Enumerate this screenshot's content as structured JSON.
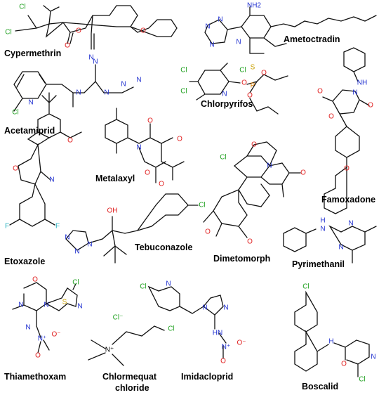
{
  "colors": {
    "bond": "#111111",
    "O": "#e02020",
    "N": "#2030d0",
    "Cl": "#1fa01f",
    "F": "#2bb3c0",
    "S": "#c8a000",
    "P": "#e08000",
    "label": "#000000"
  },
  "compounds": [
    {
      "name": "Cypermethrin"
    },
    {
      "name": "Ametoctradin"
    },
    {
      "name": "Acetamiprid"
    },
    {
      "name": "Chlorpyrifos"
    },
    {
      "name": "Famoxadone"
    },
    {
      "name": "Metalaxyl"
    },
    {
      "name": "Dimetomorph"
    },
    {
      "name": "Tebuconazole"
    },
    {
      "name": "Etoxazole"
    },
    {
      "name": "Pyrimethanil"
    },
    {
      "name": "Thiamethoxam"
    },
    {
      "name": "Chlormequat"
    },
    {
      "name": "chloride"
    },
    {
      "name": "Imidacloprid"
    },
    {
      "name": "Boscalid"
    }
  ],
  "atoms": {
    "Cl": "Cl",
    "O": "O",
    "N": "N",
    "S": "S",
    "P": "P",
    "F": "F",
    "NH2": "NH2",
    "H": "H",
    "OH": "OH",
    "NH": "NH",
    "HN": "HN",
    "Nplus": "N⁺",
    "Ominus": "O⁻",
    "Clminus": "Cl⁻"
  }
}
